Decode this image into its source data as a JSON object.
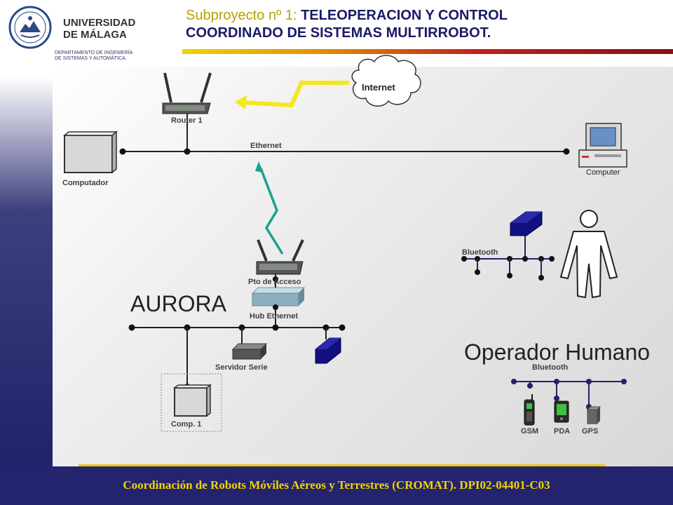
{
  "header": {
    "title_prefix": "Subproyecto nº 1:",
    "title_line1": "TELEOPERACION Y CONTROL",
    "title_line2": "COORDINADO   DE SISTEMAS MULTIRROBOT.",
    "university_line1": "UNIVERSIDAD",
    "university_line2": "DE MÁLAGA",
    "department_line1": "DEPARTAMENTO DE INGENIERÍA",
    "department_line2": "DE SISTEMAS Y AUTOMÁTICA."
  },
  "diagram": {
    "internet": "Internet",
    "router": "Router 1",
    "ethernet": "Ethernet",
    "computador": "Computador",
    "computer": "Computer",
    "access_point": "Pto de Acceso",
    "hub": "Hub Ethernet",
    "serial_server": "Servidor Serie",
    "comp1": "Comp. 1",
    "aurora": "AURORA",
    "bluetooth_top": "Bluetooth",
    "bluetooth_bottom": "Bluetooth",
    "operator": "Operador Humano",
    "gsm": "GSM",
    "pda": "PDA",
    "gps": "GPS"
  },
  "footer": {
    "text": "Coordinación de Robots Móviles Aéreos y Terrestres (CROMAT).   DPI02-04401-C03"
  },
  "colors": {
    "title_blue": "#1a1a66",
    "footer_yellow": "#f0d400",
    "footer_bg": "#24246e",
    "lightning_yellow": "#f5e61e",
    "wireless_teal": "#18a090",
    "robot_blue": "#101080"
  }
}
